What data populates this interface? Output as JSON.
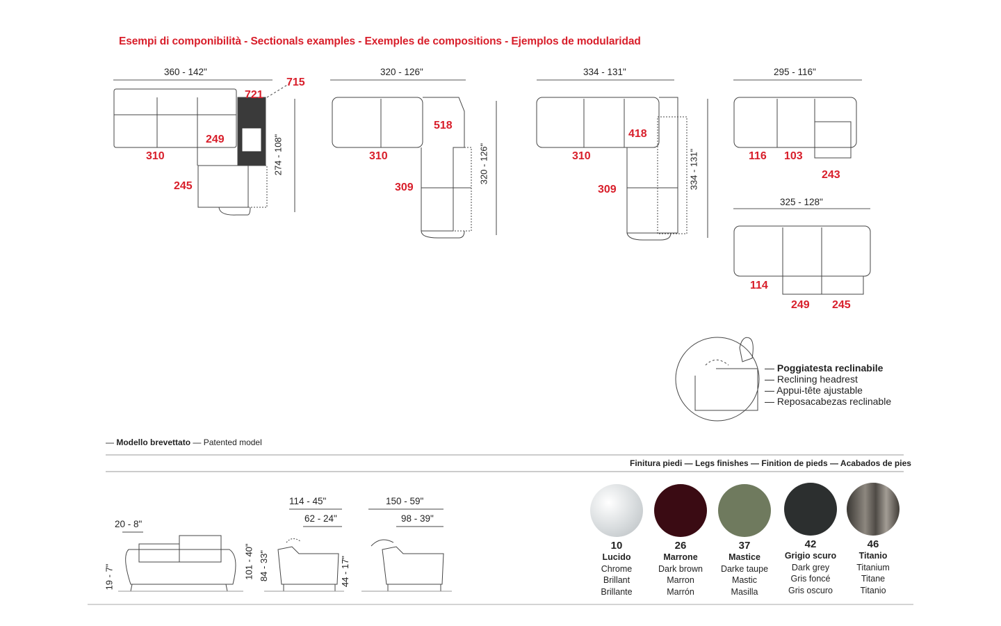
{
  "title": "Esempi di componibilità  -  Sectionals examples - Exemples de compositions - Ejemplos de modularidad",
  "sectionals": {
    "s1": {
      "width": "360 - 142\"",
      "depth": "274 - 108\"",
      "labels": [
        "721",
        "715",
        "249",
        "310",
        "245"
      ]
    },
    "s2": {
      "width": "320 - 126\"",
      "depth": "320 - 126\"",
      "labels": [
        "518",
        "310",
        "309"
      ]
    },
    "s3": {
      "width": "334 - 131\"",
      "depth": "334 - 131\"",
      "labels": [
        "418",
        "310",
        "309"
      ]
    },
    "s4": {
      "width": "295 - 116\"",
      "labels": [
        "116",
        "103",
        "243"
      ]
    },
    "s5": {
      "width": "325 - 128\"",
      "labels": [
        "114",
        "249",
        "245"
      ]
    }
  },
  "headrest_legend": [
    "Poggiatesta reclinabile",
    "Reclining headrest",
    "Appui-tête ajustable",
    "Reposacabezas reclinable"
  ],
  "patent": {
    "it": "Modello brevettato",
    "en": "Patented model"
  },
  "finishes_header": "Finitura piedi — Legs finishes — Finition de pieds — Acabados de pies",
  "dimensions": {
    "front_width": "20 - 8\"",
    "seat_height": "19 - 7\"",
    "back_height": "101 - 40\"",
    "back_height_low": "84 - 33\"",
    "seat_h2": "44 - 17\"",
    "depth_1": "114 - 45\"",
    "depth_1_seat": "62 - 24\"",
    "depth_2": "150 - 59\"",
    "depth_2_seat": "98 - 39\""
  },
  "finishes": [
    {
      "code": "10",
      "names": [
        "Lucido",
        "Chrome",
        "Brillant",
        "Brillante"
      ],
      "color": "#e6e9ea"
    },
    {
      "code": "26",
      "names": [
        "Marrone",
        "Dark brown",
        "Marron",
        "Marrón"
      ],
      "color": "#3a0b13"
    },
    {
      "code": "37",
      "names": [
        "Mastice",
        "Darke taupe",
        "Mastic",
        "Masilla"
      ],
      "color": "#6f7a5e"
    },
    {
      "code": "42",
      "names": [
        "Grigio scuro",
        "Dark grey",
        "Gris foncé",
        "Gris oscuro"
      ],
      "color": "#2c2f2f"
    },
    {
      "code": "46",
      "names": [
        "Titanio",
        "Titanium",
        "Titane",
        "Titanio"
      ],
      "color": "#5b5650"
    }
  ]
}
